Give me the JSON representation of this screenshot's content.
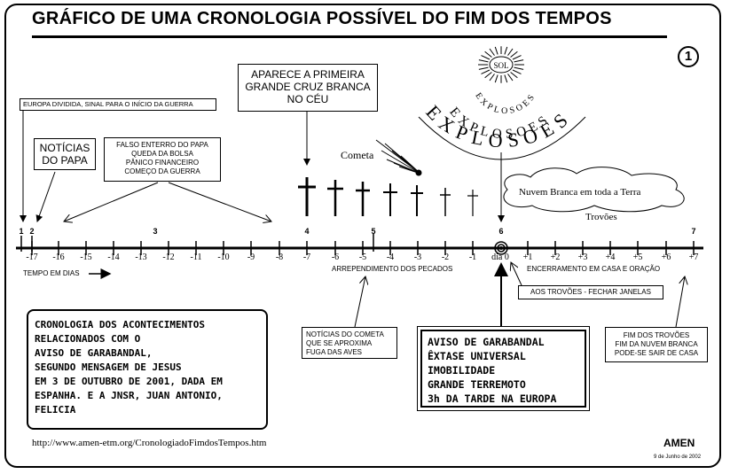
{
  "title": "GRÁFICO DE UMA CRONOLOGIA POSSÍVEL DO FIM DOS TEMPOS",
  "page_number": "1",
  "labels": {
    "europa": "EUROPA DIVIDIDA, SINAL PARA O INÍCIO DA GUERRA",
    "cruz_line1": "APARECE A PRIMEIRA",
    "cruz_line2": "GRANDE CRUZ BRANCA",
    "cruz_line3": "NO CÉU",
    "noticias_line1": "NOTÍCIAS",
    "noticias_line2": "DO PAPA",
    "falso_line1": "FALSO ENTERRO DO PAPA",
    "falso_line2": "QUEDA DA BOLSA",
    "falso_line3": "PÂNICO FINANCEIRO",
    "falso_line4": "COMEÇO DA GUERRA",
    "cometa": "Cometa",
    "sol": "SOL",
    "explosoes_small": "EXPLOSOES",
    "explosoes_mid": "EXPLOSOES",
    "explosoes_big": "EXPLOSOES",
    "nuvem": "Nuvem Branca em toda a Terra",
    "trovoes": "Trovões",
    "tempo_dias": "TEMPO EM DIAS",
    "arrependimento": "ARREPENDIMENTO DOS PECADOS",
    "encerramento": "ENCERRAMENTO EM CASA E ORAÇÃO",
    "dia0": "dia 0",
    "trovoes_janelas": "AOS TROVÕES - FECHAR JANELAS",
    "cometa_box_line1": "NOTÍCIAS DO COMETA",
    "cometa_box_line2": "QUE SE APROXIMA",
    "cometa_box_line3": "FUGA DAS AVES",
    "fim_line1": "FIM DOS TROVÕES",
    "fim_line2": "FIM DA NUVEM BRANCA",
    "fim_line3": "PODE-SE SAIR DE CASA",
    "aviso_line1": "AVISO DE GARABANDAL",
    "aviso_line2": "ÊXTASE UNIVERSAL",
    "aviso_line3": "IMOBILIDADE",
    "aviso_line4": "GRANDE TERREMOTO",
    "aviso_line5": "3h DA TARDE NA EUROPA",
    "cron_line1": "CRONOLOGIA DOS ACONTECIMENTOS",
    "cron_line2": "RELACIONADOS COM O",
    "cron_line3": "AVISO DE GARABANDAL,",
    "cron_line4": "SEGUNDO MENSAGEM DE JESUS",
    "cron_line5": "EM 3 DE OUTUBRO DE 2001, DADA EM",
    "cron_line6": "ESPANHA. E A JNSR, JUAN ANTONIO,",
    "cron_line7": "FELICIA",
    "url": "http://www.amen-etm.org/CronologiadoFimdosTempos.htm",
    "amen": "AMEN",
    "date": "9 de Junho de 2002"
  },
  "timeline": {
    "ticks": [
      "-17",
      "-16",
      "-15",
      "-14",
      "-13",
      "-12",
      "-11",
      "-10",
      "-9",
      "-8",
      "-7",
      "-6",
      "-5",
      "-4",
      "-3",
      "-2",
      "-1",
      "dia 0",
      "+1",
      "+2",
      "+3",
      "+4",
      "+5",
      "+6",
      "+7"
    ],
    "markers": [
      "1",
      "2",
      "3",
      "4",
      "5",
      "6",
      "7"
    ]
  }
}
